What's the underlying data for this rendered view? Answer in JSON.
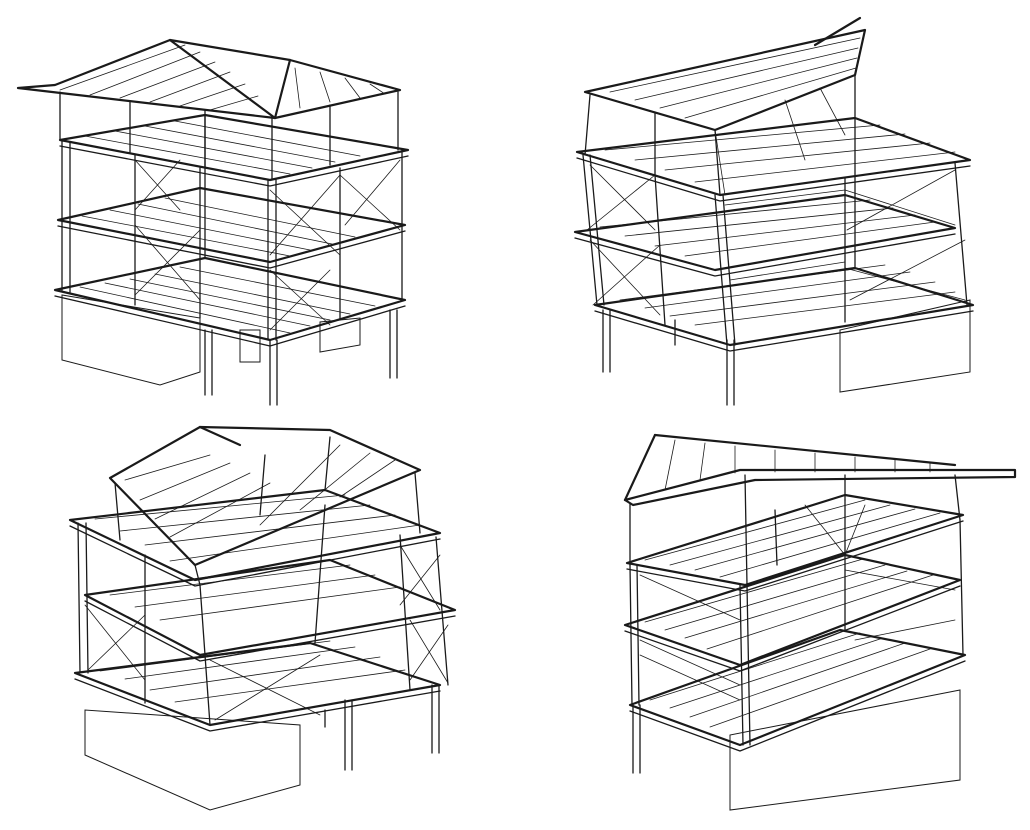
{
  "drawing": {
    "views": [
      {
        "id": "view-1"
      },
      {
        "id": "view-2"
      },
      {
        "id": "view-3"
      },
      {
        "id": "view-4"
      }
    ],
    "colors": {
      "line": "#1a1a1a",
      "background": "#ffffff"
    }
  }
}
